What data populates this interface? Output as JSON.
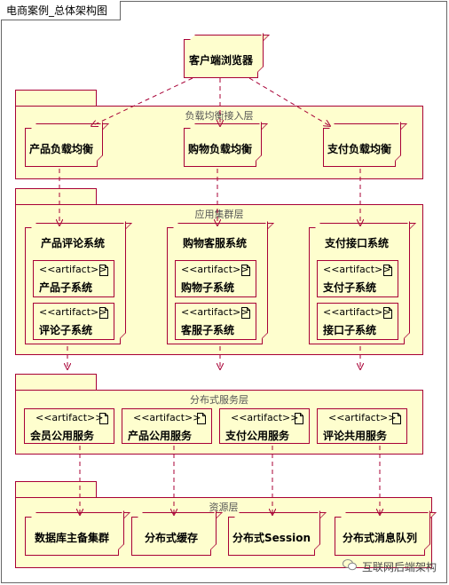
{
  "frame": {
    "title": "电商案例_总体架构图"
  },
  "client": {
    "label": "客户端浏览器"
  },
  "layers": {
    "lb": {
      "title": "负载均衡接入层",
      "nodes": [
        {
          "label": "产品负载均衡"
        },
        {
          "label": "购物负载均衡"
        },
        {
          "label": "支付负载均衡"
        }
      ]
    },
    "app": {
      "title": "应用集群层",
      "nodes": [
        {
          "label": "产品评论系统",
          "artifacts": [
            {
              "stereo": "<<artifact>>",
              "name": "产品子系统"
            },
            {
              "stereo": "<<artifact>>",
              "name": "评论子系统"
            }
          ]
        },
        {
          "label": "购物客服系统",
          "artifacts": [
            {
              "stereo": "<<artifact>>",
              "name": "购物子系统"
            },
            {
              "stereo": "<<artifact>>",
              "name": "客服子系统"
            }
          ]
        },
        {
          "label": "支付接口系统",
          "artifacts": [
            {
              "stereo": "<<artifact>>",
              "name": "支付子系统"
            },
            {
              "stereo": "<<artifact>>",
              "name": "接口子系统"
            }
          ]
        }
      ]
    },
    "dist": {
      "title": "分布式服务层",
      "artifacts": [
        {
          "stereo": "<<artifact>>",
          "name": "会员公用服务"
        },
        {
          "stereo": "<<artifact>>",
          "name": "产品公用服务"
        },
        {
          "stereo": "<<artifact>>",
          "name": "支付公用服务"
        },
        {
          "stereo": "<<artifact>>",
          "name": "评论共用服务"
        }
      ]
    },
    "res": {
      "title": "资源层",
      "nodes": [
        {
          "label": "数据库主备集群"
        },
        {
          "label": "分布式缓存"
        },
        {
          "label": "分布式Session"
        },
        {
          "label": "分布式消息队列"
        }
      ]
    }
  },
  "watermark": {
    "text": "互联网后端架构"
  },
  "colors": {
    "fill": "#fefece",
    "border": "#a80036"
  }
}
